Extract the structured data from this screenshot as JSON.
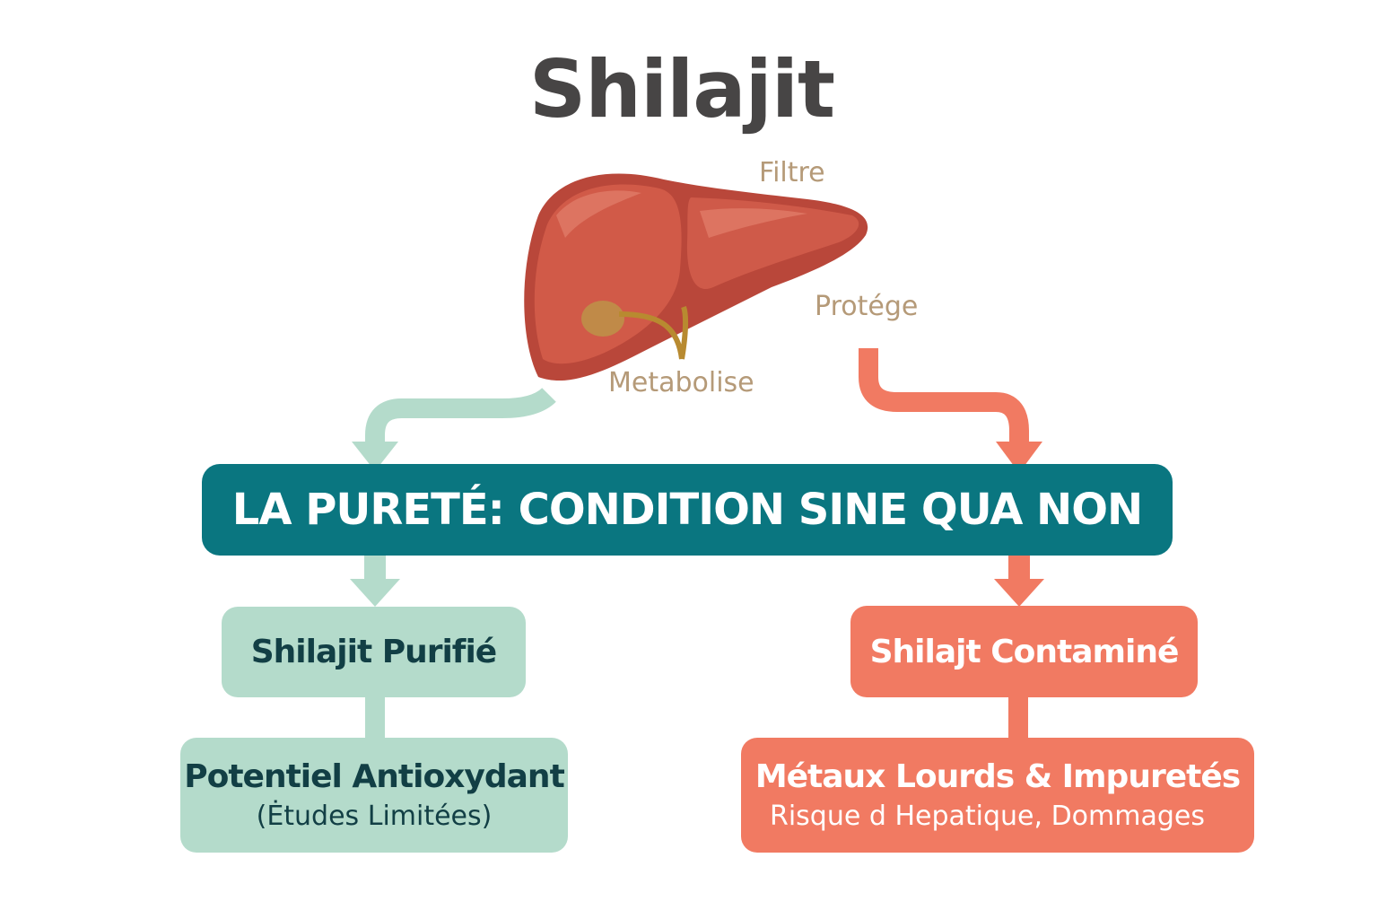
{
  "title": "Shilajit",
  "liver_labels": {
    "filtre": "Filtre",
    "protege": "Protége",
    "metabolise": "Metabolise"
  },
  "banner": "LA PURETÉ: CONDITION SINE QUA NON",
  "left": {
    "box1": "Shilajit Purifié",
    "box2_line1": "Potentiel Antioxydant",
    "box2_line2": "(Ėtudes Limitées)"
  },
  "right": {
    "box1": "Shilajt Contaminé",
    "box2_line1": "Métaux Lourds & Impuretés",
    "box2_line2": "Risque d Hepatique, Dommages"
  },
  "colors": {
    "teal": "#0a7680",
    "mint": "#b4dbcb",
    "coral": "#f17a62",
    "liver": "#c85444",
    "label": "#b59a78"
  }
}
